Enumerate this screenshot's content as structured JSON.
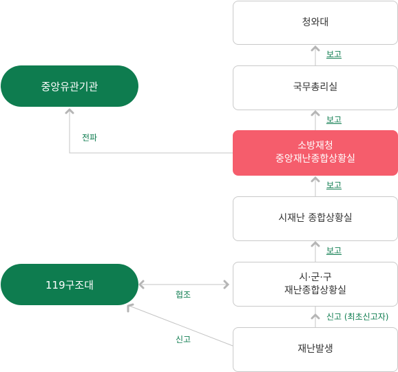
{
  "nodes": {
    "cheongwadae": "청와대",
    "prime_minister": "국무총리실",
    "fire_agency_line1": "소방재청",
    "fire_agency_line2": "중앙재난종합상황실",
    "city_room": "시재난 종합상황실",
    "district_line1": "시·군·구",
    "district_line2": "재난종합상황실",
    "disaster": "재난발생",
    "central_agency": "중앙유관기관",
    "rescue_team": "119구조대"
  },
  "edges": {
    "report_1": "보고",
    "report_2": "보고",
    "report_3": "보고",
    "report_4": "보고",
    "first_report": "신고 (최초신고자)",
    "spread": "전파",
    "cooperation": "협조",
    "declare": "신고"
  },
  "colors": {
    "green": "#0e7c4f",
    "red": "#f55d6c",
    "border": "#c9c9c9",
    "arrow": "#b5b5b5"
  }
}
